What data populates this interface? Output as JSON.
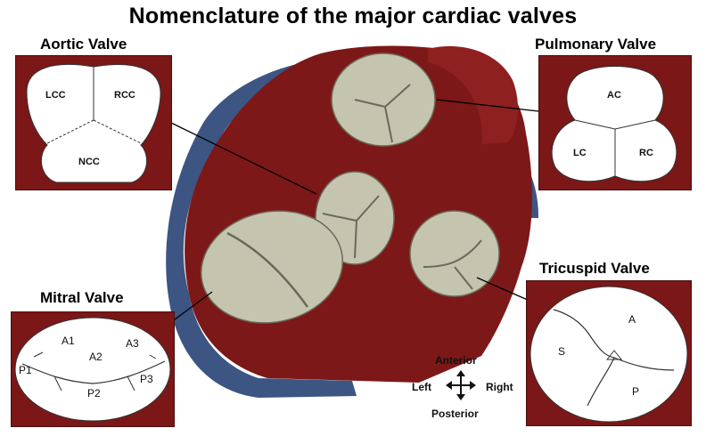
{
  "title": "Nomenclature of the major cardiac valves",
  "valves": {
    "aortic": {
      "name": "Aortic Valve",
      "cusps": [
        "LCC",
        "RCC",
        "NCC"
      ]
    },
    "pulmonary": {
      "name": "Pulmonary Valve",
      "cusps": [
        "AC",
        "LC",
        "RC"
      ]
    },
    "mitral": {
      "name": "Mitral Valve",
      "scallops": [
        "A1",
        "A2",
        "A3",
        "P1",
        "P2",
        "P3"
      ]
    },
    "tricuspid": {
      "name": "Tricuspid Valve",
      "leaflets": [
        "A",
        "S",
        "P"
      ]
    }
  },
  "orientation": {
    "anterior": "Anterior",
    "posterior": "Posterior",
    "left": "Left",
    "right": "Right"
  },
  "colors": {
    "panel": "#7b1717",
    "heart_wall": "#7d1818",
    "vessel": "#3d5583",
    "leaflet": "#c5c4ae"
  }
}
